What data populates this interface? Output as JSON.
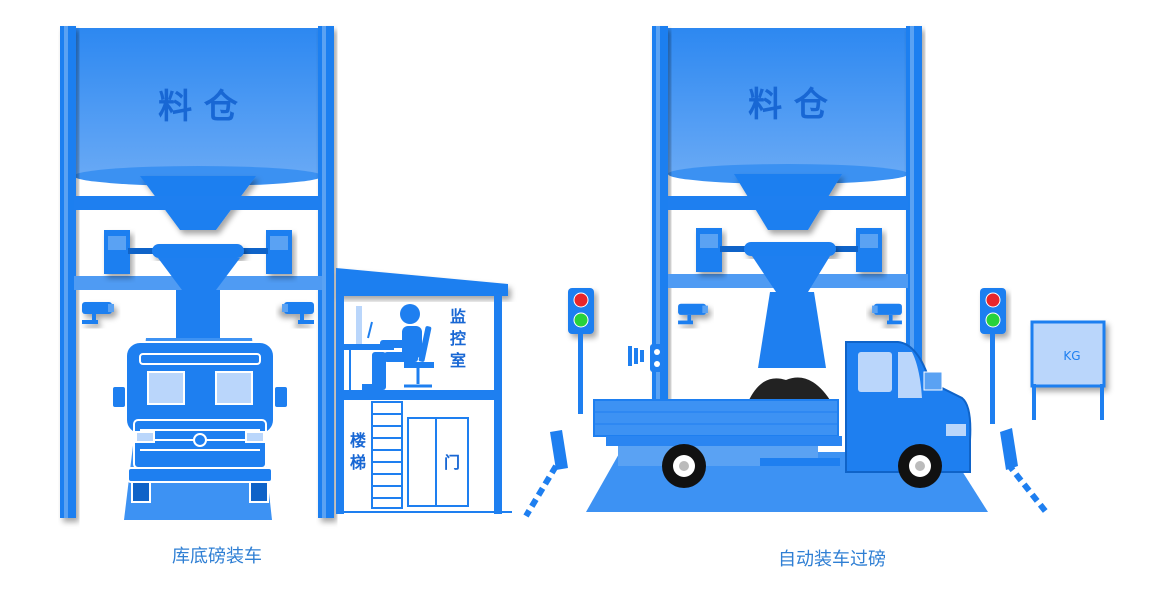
{
  "left_station": {
    "silo_label": "料 仓",
    "control_room_label": [
      "监",
      "控",
      "室"
    ],
    "stairs_label": [
      "楼",
      "梯"
    ],
    "door_label": "门",
    "caption": "库底磅装车"
  },
  "right_station": {
    "silo_label": "料 仓",
    "scale_display": "KG",
    "caption": "自动装车过磅"
  },
  "colors": {
    "primary": "#1e7ff0",
    "light": "#5aa2f3",
    "pale": "#bad6fb",
    "dark": "#0f63c8",
    "red_light": "#e8262b",
    "green_light": "#27d23b"
  }
}
